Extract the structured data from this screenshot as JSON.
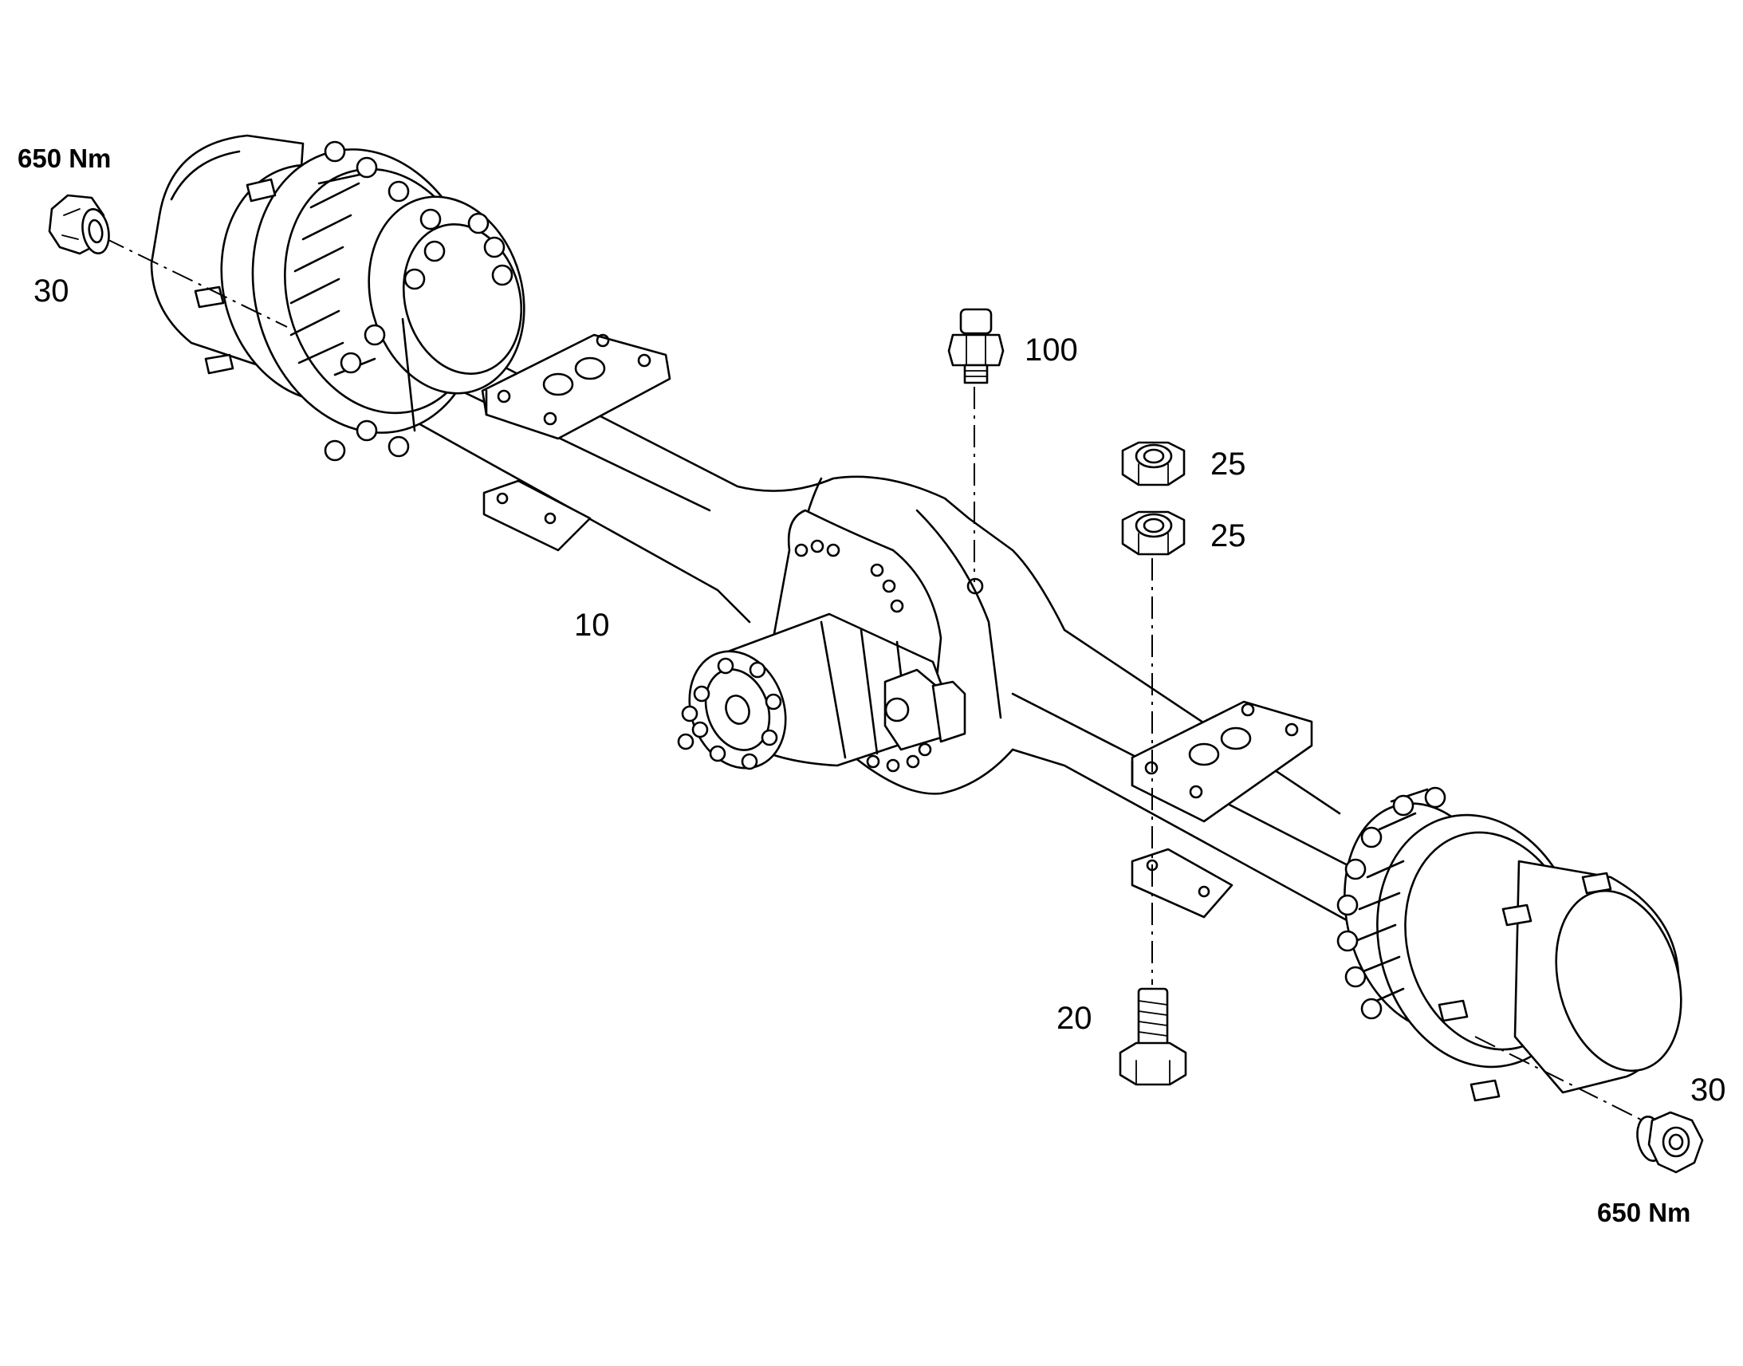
{
  "callouts": {
    "axle": "10",
    "bolt": "20",
    "nut_upper": "25",
    "nut_lower": "25",
    "wheel_nut_left": "30",
    "wheel_nut_right": "30",
    "breather": "100"
  },
  "torque": {
    "left": "650 Nm",
    "right": "650 Nm"
  },
  "icons": {
    "wheel_nut": "hex-flange-nut-icon",
    "nut": "hex-nut-icon",
    "bolt": "hex-bolt-icon",
    "breather": "breather-valve-icon"
  },
  "colors": {
    "line": "#000000",
    "background": "#ffffff"
  }
}
